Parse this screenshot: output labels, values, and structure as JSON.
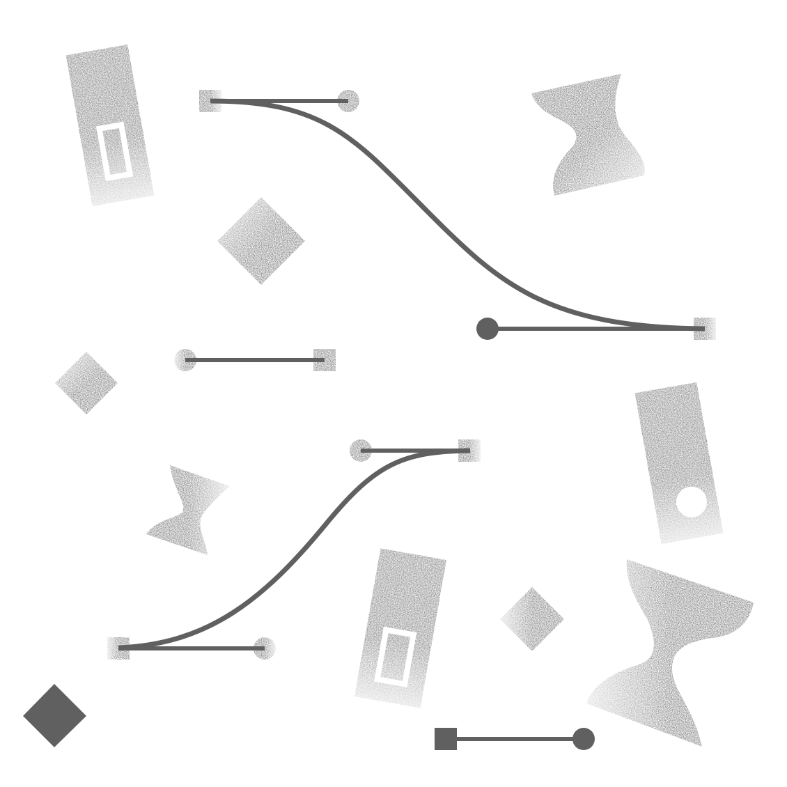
{
  "colors": {
    "background": "#ffffff",
    "ink": "#606060",
    "hole": "#ffffff"
  },
  "motifs": {
    "tag": "tag-shape",
    "diamond": "diamond-shape",
    "hourglass": "hourglass-shape",
    "bezier_curve": "bezier-curve",
    "handle": "bezier-handle",
    "square_node": "anchor-square",
    "round_node": "anchor-circle"
  }
}
